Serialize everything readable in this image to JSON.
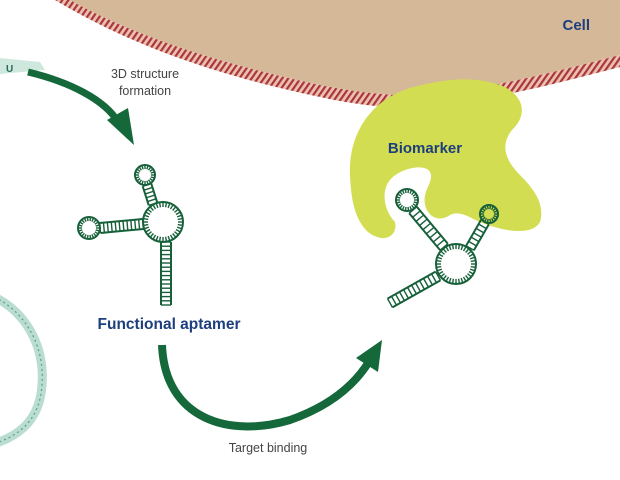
{
  "labels": {
    "cell": "Cell",
    "structure_formation": [
      "3D structure",
      "formation"
    ],
    "biomarker": "Biomarker",
    "functional_aptamer": "Functional aptamer",
    "target_binding": "Target binding",
    "strand_fragment": "U"
  },
  "colors": {
    "cell_fill": "#d5b897",
    "membrane": "#a5383b",
    "membrane_light": "#e9b3a3",
    "aptamer_green": "#17603a",
    "arrow_green": "#14683a",
    "biomarker_fill": "#d2dd52",
    "title_blue": "#1e3f7d",
    "caption_gray": "#444444",
    "strand_teal": "#cfe8de"
  },
  "icons": [
    "aptamer-icon",
    "arrow-icon",
    "membrane-icon"
  ]
}
